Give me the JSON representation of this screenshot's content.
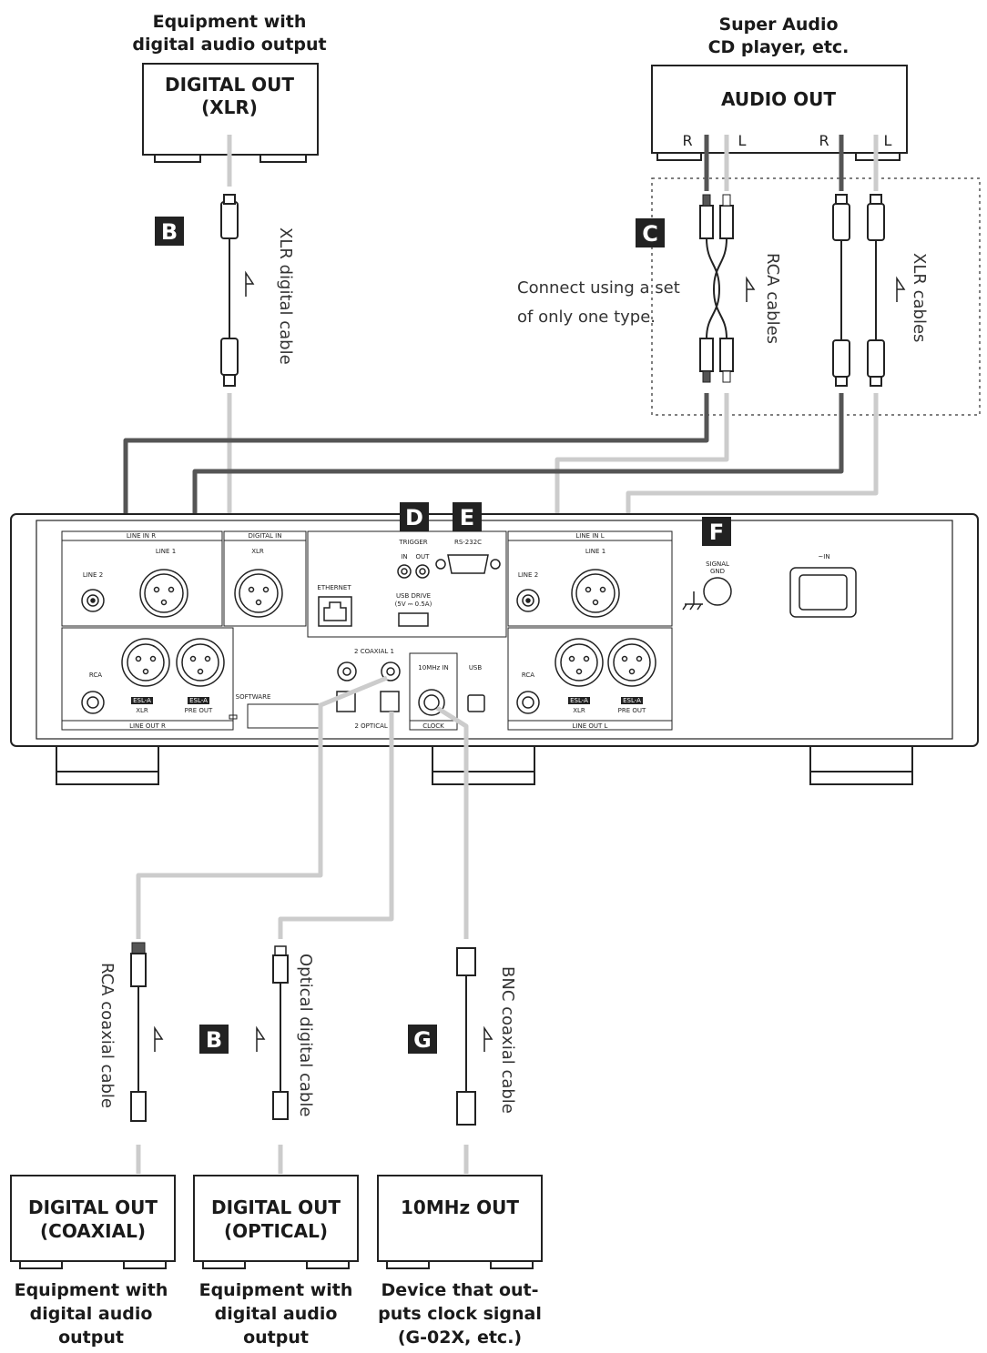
{
  "top_left": {
    "caption_line1": "Equipment with",
    "caption_line2": "digital audio output",
    "box_line1": "DIGITAL OUT",
    "box_line2": "(XLR)"
  },
  "top_right": {
    "caption_line1": "Super Audio",
    "caption_line2": "CD player, etc.",
    "box_title": "AUDIO OUT",
    "jacks": [
      "R",
      "L",
      "R",
      "L"
    ]
  },
  "note": {
    "line1": "Connect using a set",
    "line2": "of only one type."
  },
  "cables": {
    "xlr_digital": "XLR digital cable",
    "rca_cables": "RCA cables",
    "xlr_cables": "XLR cables",
    "rca_coaxial": "RCA coaxial cable",
    "optical_digital": "Optical digital cable",
    "bnc_coaxial": "BNC coaxial cable"
  },
  "badges": {
    "b_top": "B",
    "c": "C",
    "d": "D",
    "e": "E",
    "f": "F",
    "b_bottom": "B",
    "g": "G"
  },
  "panel": {
    "line_in_r": "LINE IN  R",
    "line2_r": "LINE 2",
    "line1_r": "LINE 1",
    "digital_in": "DIGITAL IN",
    "xlr": "XLR",
    "ethernet": "ETHERNET",
    "trigger": "TRIGGER",
    "trig_in": "IN",
    "trig_out": "OUT",
    "rs232c": "RS-232C",
    "usb_drive_1": "USB DRIVE",
    "usb_drive_2": "(5V ⎓ 0.5A)",
    "line_in_l": "LINE IN  L",
    "line2_l": "LINE 2",
    "line1_l": "LINE 1",
    "signal_gnd_1": "SIGNAL",
    "signal_gnd_2": "GND",
    "ac_in": "~IN",
    "rca_r": "RCA",
    "esl_xlr_r": "XLR",
    "esl_pre_r": "PRE OUT",
    "line_out_r": "LINE OUT  R",
    "software": "SOFTWARE",
    "coaxial": "2   COAXIAL   1",
    "optical": "2   OPTICAL   1",
    "ten_mhz_in": "10MHz IN",
    "clock": "CLOCK",
    "usb": "USB",
    "rca_l": "RCA",
    "esl_xlr_l": "XLR",
    "esl_pre_l": "PRE OUT",
    "line_out_l": "LINE OUT  L",
    "esl_tag": "ESL-A"
  },
  "bottom": [
    {
      "box_line1": "DIGITAL OUT",
      "box_line2": "(COAXIAL)",
      "caption_line1": "Equipment with",
      "caption_line2": "digital audio",
      "caption_line3": "output"
    },
    {
      "box_line1": "DIGITAL OUT",
      "box_line2": "(OPTICAL)",
      "caption_line1": "Equipment with",
      "caption_line2": "digital audio",
      "caption_line3": "output"
    },
    {
      "box_line1": "10MHz OUT",
      "caption_line1": "Device that out-",
      "caption_line2": "puts clock signal",
      "caption_line3": "(G-02X, etc.)"
    }
  ]
}
